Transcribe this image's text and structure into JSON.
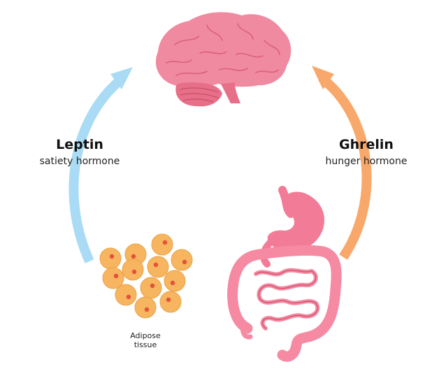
{
  "labels": {
    "left_title": "Leptin",
    "left_subtitle": "satiety hormone",
    "right_title": "Ghrelin",
    "right_subtitle": "hunger hormone",
    "tissue_line1": "Adipose",
    "tissue_line2": "tissue"
  },
  "icons": {
    "top": "brain-icon",
    "bottom_left": "adipose-cells-icon",
    "bottom_right": "digestive-system-icon"
  },
  "colors": {
    "leptin_arrow": "#a9dcf4",
    "ghrelin_arrow": "#f8a86a",
    "brain": "#f08aa0",
    "cerebellum": "#e86f88",
    "fat_cell": "#f6b55e",
    "fat_nucleus": "#e2513d",
    "stomach": "#f27c97",
    "intestine": "#f58aa2"
  }
}
